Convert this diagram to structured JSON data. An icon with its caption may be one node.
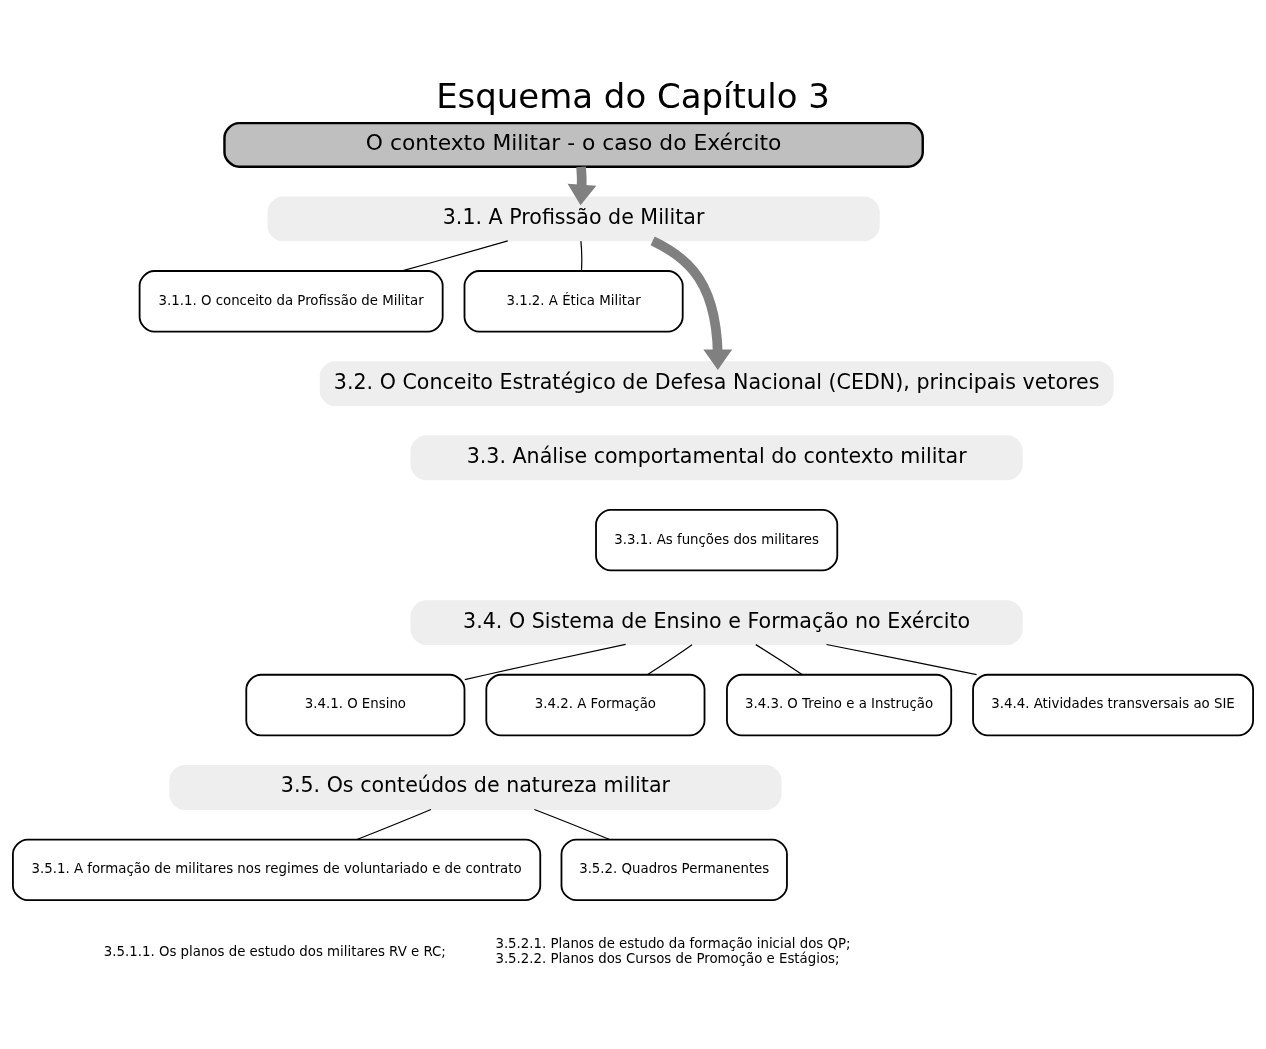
{
  "diagram": {
    "title": "Esquema do Capítulo 3",
    "nodes": [
      {
        "text": [
          "O contexto Militar - o caso do Exército"
        ]
      },
      {
        "text": [
          "3.1. A Profissão de Militar"
        ]
      },
      {
        "text": [
          "3.1.1. O conceito da Profissão de Militar"
        ]
      },
      {
        "text": [
          "3.1.2. A Ética Militar"
        ]
      },
      {
        "text": [
          "3.2. O Conceito Estratégico de Defesa Nacional (CEDN), principais vetores"
        ]
      },
      {
        "text": [
          "3.3. Análise comportamental do contexto militar"
        ]
      },
      {
        "text": [
          "3.3.1. As funções dos militares"
        ]
      },
      {
        "text": [
          "3.4. O Sistema de Ensino e Formação no Exército"
        ]
      },
      {
        "text": [
          "3.4.1. O Ensino"
        ]
      },
      {
        "text": [
          "3.4.2. A Formação"
        ]
      },
      {
        "text": [
          "3.4.3. O Treino e a Instrução"
        ]
      },
      {
        "text": [
          "3.4.4. Atividades transversais ao SIE"
        ]
      },
      {
        "text": [
          "3.5. Os conteúdos de natureza militar"
        ]
      },
      {
        "text": [
          "3.5.1. A formação de militares nos regimes de voluntariado e de contrato"
        ],
        "beside": [
          "3.5.1.1. Os planos de estudo dos militares RV e RC;"
        ]
      },
      {
        "text": [
          "3.5.2. Quadros Permanentes"
        ],
        "beside": [
          "3.5.2.1. Planos de estudo da formação inicial dos QP;",
          "3.5.2.2. Planos dos Cursos de Promoção e Estágios;"
        ]
      }
    ],
    "edges": [
      {
        "from": 0,
        "to": 1,
        "arrow": "to",
        "style": "thick",
        "color": "#808080"
      },
      {
        "from": 1,
        "to": 2,
        "arrow": "none"
      },
      {
        "from": 1,
        "to": 3,
        "arrow": "none"
      },
      {
        "from": 1,
        "to": 4,
        "arrow": "to",
        "style": "thick",
        "color": "#808080"
      },
      {
        "from": 7,
        "to": 8,
        "arrow": "none"
      },
      {
        "from": 7,
        "to": 9,
        "arrow": "none"
      },
      {
        "from": 7,
        "to": 10,
        "arrow": "none"
      },
      {
        "from": 7,
        "to": 11,
        "arrow": "none"
      },
      {
        "from": 12,
        "to": 13,
        "arrow": "none"
      },
      {
        "from": 12,
        "to": 14,
        "arrow": "none"
      }
    ]
  }
}
